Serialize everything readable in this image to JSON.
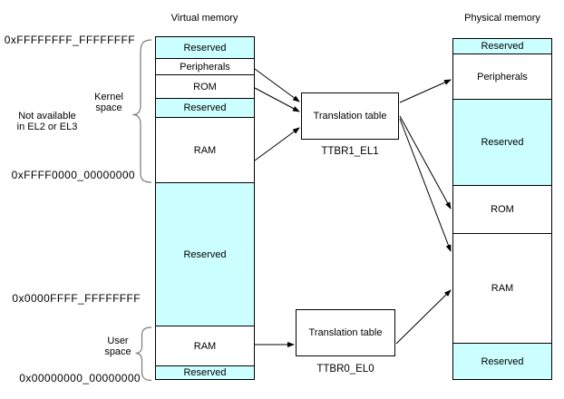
{
  "virtual_memory": {
    "title": "Virtual memory",
    "blocks": [
      {
        "label": "Reserved",
        "kind": "reserved"
      },
      {
        "label": "Peripherals",
        "kind": "normal"
      },
      {
        "label": "ROM",
        "kind": "normal"
      },
      {
        "label": "Reserved",
        "kind": "reserved"
      },
      {
        "label": "RAM",
        "kind": "normal"
      },
      {
        "label": "Reserved",
        "kind": "reserved"
      },
      {
        "label": "RAM",
        "kind": "normal"
      },
      {
        "label": "Reserved",
        "kind": "reserved"
      }
    ],
    "annotations": {
      "top_address": "0xFFFFFFFF_FFFFFFFF",
      "kernel_space_line1": "Kernel",
      "kernel_space_line2": "space",
      "not_available_line1": "Not available",
      "not_available_line2": "in EL2 or EL3",
      "kernel_bottom_address": "0xFFFF0000_00000000",
      "user_top_address": "0x0000FFFF_FFFFFFFF",
      "user_space_line1": "User",
      "user_space_line2": "space",
      "bottom_address": "0x00000000_00000000"
    }
  },
  "physical_memory": {
    "title": "Physical memory",
    "blocks": [
      {
        "label": "Reserved",
        "kind": "reserved"
      },
      {
        "label": "Peripherals",
        "kind": "normal"
      },
      {
        "label": "Reserved",
        "kind": "reserved"
      },
      {
        "label": "ROM",
        "kind": "normal"
      },
      {
        "label": "RAM",
        "kind": "normal"
      },
      {
        "label": "Reserved",
        "kind": "reserved"
      }
    ]
  },
  "translation_tables": {
    "ttbr1": {
      "box_label": "Translation table",
      "register": "TTBR1_EL1"
    },
    "ttbr0": {
      "box_label": "Translation table",
      "register": "TTBR0_EL0"
    }
  },
  "connections": [
    {
      "from": "virtual Peripherals",
      "to": "TTBR1_EL1 translation table"
    },
    {
      "from": "virtual ROM",
      "to": "TTBR1_EL1 translation table"
    },
    {
      "from": "virtual kernel RAM",
      "to": "TTBR1_EL1 translation table"
    },
    {
      "from": "TTBR1_EL1 translation table",
      "to": "physical Peripherals"
    },
    {
      "from": "TTBR1_EL1 translation table",
      "to": "physical ROM"
    },
    {
      "from": "TTBR1_EL1 translation table",
      "to": "physical RAM"
    },
    {
      "from": "virtual user RAM",
      "to": "TTBR0_EL0 translation table"
    },
    {
      "from": "TTBR0_EL0 translation table",
      "to": "physical RAM"
    }
  ],
  "colors": {
    "reserved_fill": "#CCFFFF",
    "block_fill": "#FFFFFF",
    "border": "#000000",
    "brace": "#7A7A7A"
  }
}
